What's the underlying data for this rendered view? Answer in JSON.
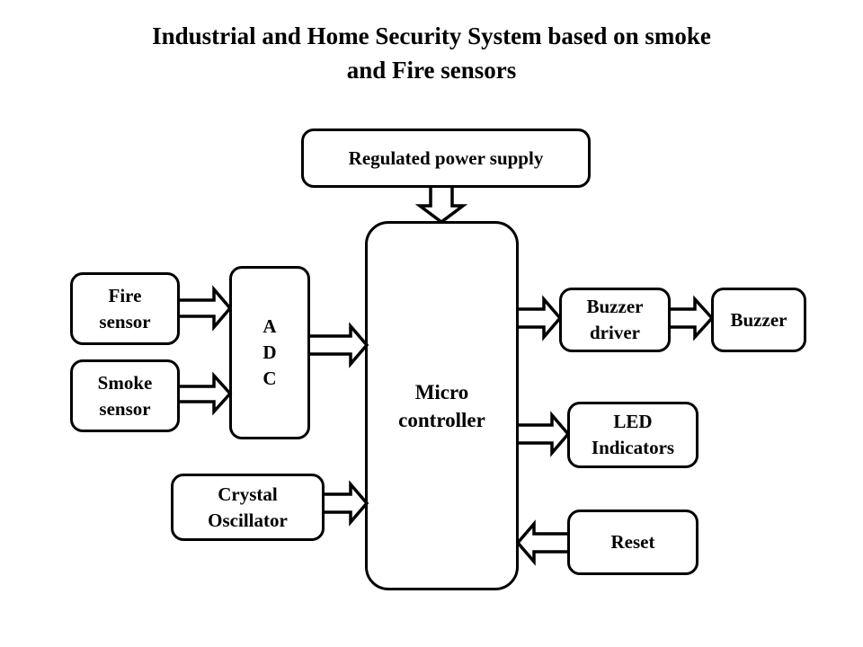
{
  "title": {
    "line1": "Industrial and Home Security System based on smoke",
    "line2": "and Fire sensors"
  },
  "blocks": {
    "power_supply": {
      "label": "Regulated power supply"
    },
    "fire_sensor": {
      "line1": "Fire",
      "line2": "sensor"
    },
    "smoke_sensor": {
      "line1": "Smoke",
      "line2": "sensor"
    },
    "adc": {
      "line1": "A",
      "line2": "D",
      "line3": "C"
    },
    "crystal_oscillator": {
      "line1": "Crystal",
      "line2": "Oscillator"
    },
    "microcontroller": {
      "line1": "Micro",
      "line2": "controller"
    },
    "buzzer_driver": {
      "line1": "Buzzer",
      "line2": "driver"
    },
    "buzzer": {
      "label": "Buzzer"
    },
    "led_indicators": {
      "line1": "LED",
      "line2": "Indicators"
    },
    "reset": {
      "label": "Reset"
    }
  },
  "connections": [
    {
      "from": "power_supply",
      "to": "microcontroller",
      "direction": "down"
    },
    {
      "from": "fire_sensor",
      "to": "adc",
      "direction": "right"
    },
    {
      "from": "smoke_sensor",
      "to": "adc",
      "direction": "right"
    },
    {
      "from": "adc",
      "to": "microcontroller",
      "direction": "right"
    },
    {
      "from": "crystal_oscillator",
      "to": "microcontroller",
      "direction": "right"
    },
    {
      "from": "microcontroller",
      "to": "buzzer_driver",
      "direction": "right"
    },
    {
      "from": "buzzer_driver",
      "to": "buzzer",
      "direction": "right"
    },
    {
      "from": "microcontroller",
      "to": "led_indicators",
      "direction": "right"
    },
    {
      "from": "reset",
      "to": "microcontroller",
      "direction": "left"
    }
  ]
}
